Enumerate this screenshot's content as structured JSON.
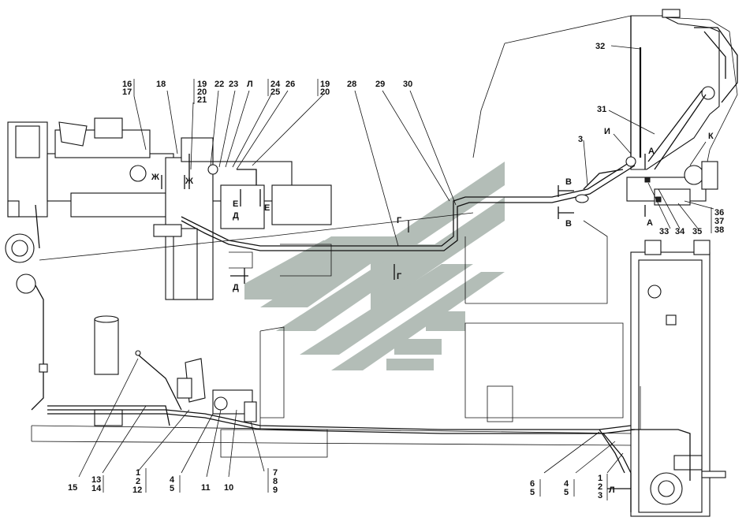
{
  "watermark_color": "#9aa8a0",
  "callouts": [
    {
      "id": "c16_17",
      "lines": [
        "16",
        "17"
      ]
    },
    {
      "id": "c18",
      "lines": [
        "18"
      ]
    },
    {
      "id": "c19_20_21",
      "lines": [
        "19",
        "20",
        "21"
      ]
    },
    {
      "id": "c22",
      "lines": [
        "22"
      ]
    },
    {
      "id": "c23",
      "lines": [
        "23"
      ]
    },
    {
      "id": "cL_top",
      "lines": [
        "Л"
      ]
    },
    {
      "id": "c24_25",
      "lines": [
        "24",
        "25"
      ]
    },
    {
      "id": "c26",
      "lines": [
        "26"
      ]
    },
    {
      "id": "c19_20",
      "lines": [
        "19",
        "20"
      ]
    },
    {
      "id": "c28",
      "lines": [
        "28"
      ]
    },
    {
      "id": "c29",
      "lines": [
        "29"
      ]
    },
    {
      "id": "c30",
      "lines": [
        "30"
      ]
    },
    {
      "id": "c32",
      "lines": [
        "32"
      ]
    },
    {
      "id": "c31",
      "lines": [
        "31"
      ]
    },
    {
      "id": "cI",
      "lines": [
        "И"
      ]
    },
    {
      "id": "c3_top",
      "lines": [
        "3"
      ]
    },
    {
      "id": "cK",
      "lines": [
        "К"
      ]
    },
    {
      "id": "c36_37_38",
      "lines": [
        "36",
        "37",
        "38"
      ]
    },
    {
      "id": "c33",
      "lines": [
        "33"
      ]
    },
    {
      "id": "c34",
      "lines": [
        "34"
      ]
    },
    {
      "id": "c35",
      "lines": [
        "35"
      ]
    },
    {
      "id": "c15",
      "lines": [
        "15"
      ]
    },
    {
      "id": "c13_14",
      "lines": [
        "13",
        "14"
      ]
    },
    {
      "id": "c1_2_12",
      "lines": [
        "1",
        "2",
        "12"
      ]
    },
    {
      "id": "c4_5_left",
      "lines": [
        "4",
        "5"
      ]
    },
    {
      "id": "c11",
      "lines": [
        "11"
      ]
    },
    {
      "id": "c10",
      "lines": [
        "10"
      ]
    },
    {
      "id": "c7_8_9",
      "lines": [
        "7",
        "8",
        "9"
      ]
    },
    {
      "id": "c6_5",
      "lines": [
        "6",
        "5"
      ]
    },
    {
      "id": "c4_5_right",
      "lines": [
        "4",
        "5"
      ]
    },
    {
      "id": "c1_2_3",
      "lines": [
        "1",
        "2",
        "3"
      ]
    }
  ],
  "section_marks": [
    {
      "id": "zh1",
      "text": "Ж"
    },
    {
      "id": "zh2",
      "text": "Ж"
    },
    {
      "id": "e1",
      "text": "Е"
    },
    {
      "id": "e2",
      "text": "Е"
    },
    {
      "id": "d1",
      "text": "Д"
    },
    {
      "id": "d2",
      "text": "Д"
    },
    {
      "id": "g1",
      "text": "Г"
    },
    {
      "id": "g2",
      "text": "Г"
    },
    {
      "id": "v1",
      "text": "В"
    },
    {
      "id": "v2",
      "text": "В"
    },
    {
      "id": "a1",
      "text": "А"
    },
    {
      "id": "a2",
      "text": "А"
    },
    {
      "id": "l_bottom",
      "text": "Л"
    }
  ]
}
